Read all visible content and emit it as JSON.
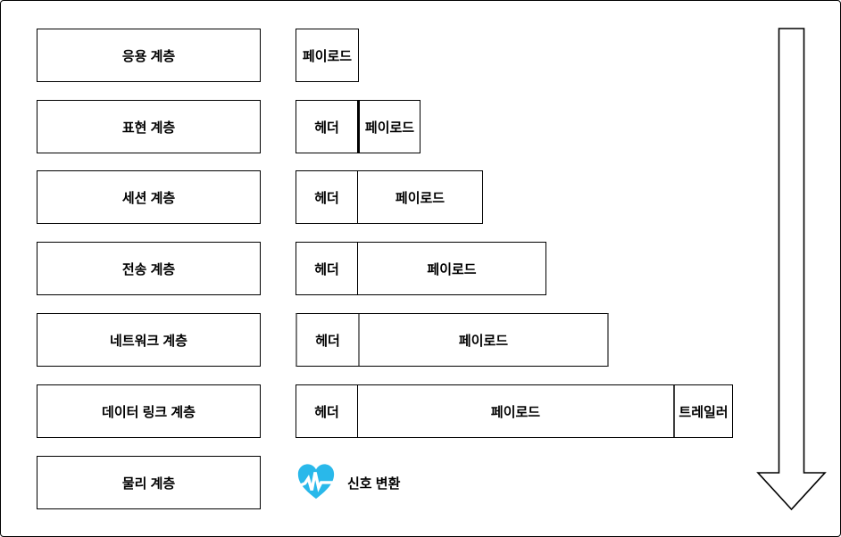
{
  "labels": {
    "header": "헤더",
    "payload": "페이로드",
    "trailer": "트레일러"
  },
  "layers": [
    {
      "name": "응용 계층",
      "segments": [
        {
          "type": "payload",
          "label": "페이로드"
        }
      ]
    },
    {
      "name": "표현 계층",
      "segments": [
        {
          "type": "header",
          "label": "헤더"
        },
        {
          "type": "payload",
          "label": "페이로드"
        }
      ]
    },
    {
      "name": "세션 계층",
      "segments": [
        {
          "type": "header",
          "label": "헤더"
        },
        {
          "type": "payload",
          "label": "페이로드"
        }
      ]
    },
    {
      "name": "전송 계층",
      "segments": [
        {
          "type": "header",
          "label": "헤더"
        },
        {
          "type": "payload",
          "label": "페이로드"
        }
      ]
    },
    {
      "name": "네트워크 계층",
      "segments": [
        {
          "type": "header",
          "label": "헤더"
        },
        {
          "type": "payload",
          "label": "페이로드"
        }
      ]
    },
    {
      "name": "데이터 링크 계층",
      "segments": [
        {
          "type": "header",
          "label": "헤더"
        },
        {
          "type": "payload",
          "label": "페이로드"
        },
        {
          "type": "trailer",
          "label": "트레일러"
        }
      ]
    },
    {
      "name": "물리 계층",
      "segments": [],
      "annotation": "신호 변환",
      "icon": "heartbeat-icon"
    }
  ],
  "arrow": {
    "direction": "down"
  },
  "colors": {
    "background": "#ffffff",
    "line": "#000000",
    "network_row_accent": "#7a7a7a",
    "heart_icon": "#29B8EA"
  }
}
